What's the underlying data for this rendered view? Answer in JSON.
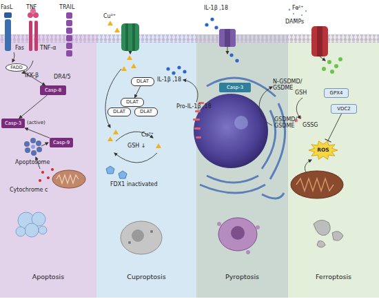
{
  "diagram": {
    "nodes": [
      {
        "text": [
          "Apoptosis"
        ]
      },
      {
        "text": [
          "FADD"
        ],
        "in": 0
      },
      {
        "text": [
          "Casp-8"
        ],
        "in": 0
      },
      {
        "text": [
          "Casp-3",
          "(active)"
        ],
        "in": 0
      },
      {
        "text": [
          "Casp-9"
        ],
        "in": 0
      },
      {
        "text": [
          "Cuproptosis"
        ]
      },
      {
        "text": [
          "DLAT"
        ],
        "in": 5
      },
      {
        "text": [
          "DLAT"
        ],
        "in": 5
      },
      {
        "text": [
          "DLAT"
        ],
        "in": 5
      },
      {
        "text": [
          "DLAT"
        ],
        "in": 5
      },
      {
        "text": [
          "Pyroptosis"
        ]
      },
      {
        "text": [
          "Casp-3"
        ],
        "in": 10
      },
      {
        "text": [
          "Ferroptosis"
        ]
      },
      {
        "text": [
          "GPX4"
        ],
        "in": 12
      },
      {
        "text": [
          "VDC2"
        ],
        "in": 12
      },
      {
        "text": [
          "ROS"
        ],
        "in": 12
      }
    ],
    "edges": [
      {
        "from": 1,
        "to": 2,
        "arrow": "to"
      },
      {
        "from": 2,
        "to": 3,
        "arrow": "to"
      },
      {
        "from": 4,
        "to": 3,
        "arrow": "to"
      },
      {
        "from": 6,
        "to": 7,
        "arrow": "to"
      },
      {
        "from": 14,
        "to": 15,
        "arrow": "none"
      }
    ],
    "labels": [
      "FasL",
      "TNF",
      "TRAIL",
      "Fas",
      "TNF-α",
      "IKK-β",
      "DR4/5",
      "Apoptosome",
      "Cytochrome c",
      "Cu²⁺",
      "GSH ↓",
      "Cu²⁺",
      "FDX1 inactivated",
      "IL-1β ,18",
      "DAMPs",
      "IL-1β ,18",
      "N-GSDMD/ GSDME",
      "Pro-IL-1β ,18",
      "GSDMD/ GSDME",
      "Fe²⁺",
      "GSH",
      "GSSG"
    ]
  }
}
